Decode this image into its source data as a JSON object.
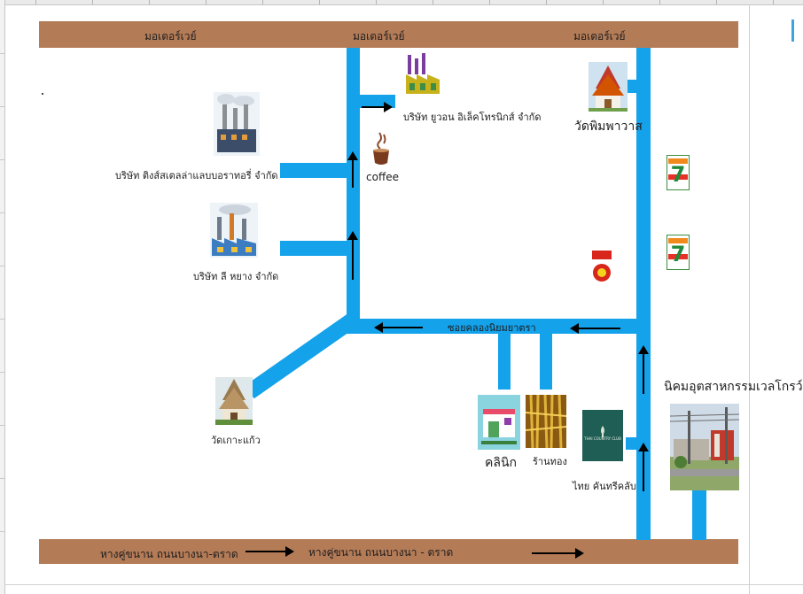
{
  "roads": {
    "top_left": "มอเตอร์เวย์",
    "top_center": "มอเตอร์เวย์",
    "top_right": "มอเตอร์เวย์",
    "bottom_left": "หางคู่ขนาน ถนนบางนา-ตราด",
    "bottom_center": "หางคู่ขนาน ถนนบางนา - ตราด"
  },
  "streets": {
    "soi_name": "ซอยคลองนิยมยาตรา"
  },
  "places": {
    "yuwon": "บริษัท ยูวอน อิเล็คโทรนิกส์ จำกัด",
    "things": "บริษัท ติงส์สเตลล่าแลบบอราทอรี่ จำกัด",
    "lee": "บริษัท ลี หยาง จำกัด",
    "coffee": "coffee",
    "wat_phim": "วัดพิมพาวาส",
    "wat_ko": "วัดเกาะแก้ว",
    "clinic": "คลินิก",
    "gold": "ร้านทอง",
    "thai_country": "ไทย คันทรีคลับ",
    "estate": "นิคมอุตสาหกรรมเวลโกรว์",
    "country_club_sign": "THAI COUNTRY CLUB"
  },
  "icons": {
    "factory": "factory-icon",
    "coffee": "coffee-cup-icon",
    "temple": "temple-icon",
    "seven_eleven": "seven-eleven-icon",
    "mini_big_c": "mini-big-c-icon",
    "clinic": "clinic-icon",
    "gold": "gold-shop-icon",
    "golf": "country-club-icon",
    "estate": "industrial-estate-photo"
  },
  "colors": {
    "main_road": "#b47b57",
    "street": "#14a2eb",
    "arrow": "#000000"
  }
}
